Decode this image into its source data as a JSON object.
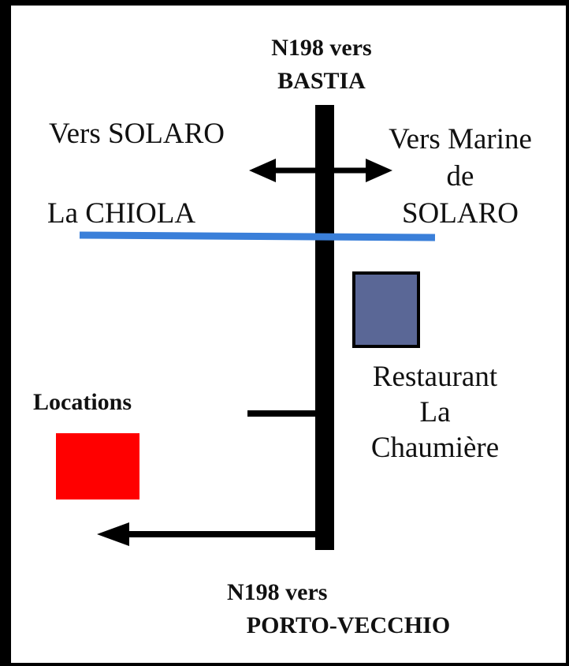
{
  "map": {
    "north_road": {
      "line1": "N198 vers",
      "line2": "BASTIA"
    },
    "south_road": {
      "line1": "N198 vers",
      "line2": "PORTO-VECCHIO"
    },
    "west_direction": "Vers SOLARO",
    "east_direction": {
      "line1": "Vers Marine",
      "line2": "de",
      "line3": "SOLARO"
    },
    "river_label": "La CHIOLA",
    "restaurant": {
      "line1": "Restaurant",
      "line2": "La",
      "line3": "Chaumière"
    },
    "locations_label": "Locations",
    "colors": {
      "road": "#000000",
      "river": "#3a7fd9",
      "restaurant_marker": "#5a6796",
      "locations_marker": "#ff0000",
      "frame": "#000000"
    }
  }
}
